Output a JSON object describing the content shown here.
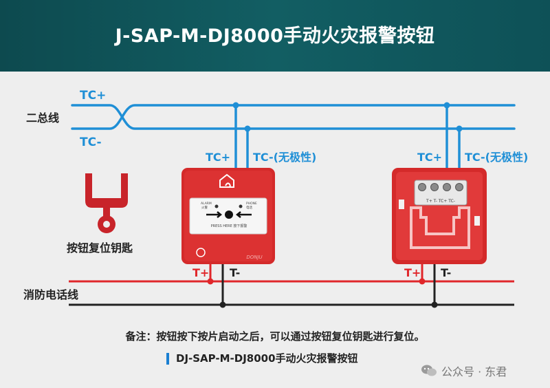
{
  "header": {
    "title": "J-SAP-M-DJ8000手动火灾报警按钮"
  },
  "bus": {
    "label": "二总线",
    "tc_plus": "TC+",
    "tc_minus": "TC-"
  },
  "phone_line": {
    "label": "消防电话线"
  },
  "key": {
    "label": "按钮复位钥匙"
  },
  "device1": {
    "tc_plus": "TC+",
    "tc_minus": "TC-(无极性)",
    "t_plus": "T+",
    "t_minus": "T-",
    "alarm_text": "ALARM",
    "alarm_cn": "火警",
    "phone_text": "PHONE",
    "phone_cn": "电话",
    "press_text": "PRESS HERE 按下报警",
    "brand": "DONJU"
  },
  "device2": {
    "tc_plus": "TC+",
    "tc_minus": "TC-(无极性)",
    "t_plus": "T+",
    "t_minus": "T-",
    "terminal_labels": "T+  T-  TC+  TC-"
  },
  "note": "备注：按钮按下按片启动之后，可以通过按钮复位钥匙进行复位。",
  "subtitle": "DJ-SAP-M-DJ8000手动火灾报警按钮",
  "watermark": "公众号 · 东君",
  "colors": {
    "header_bg": "#0f5257",
    "bus_wire": "#1f8fd6",
    "phone_red": "#e0262a",
    "phone_black": "#222222",
    "device_red": "#d42a2a",
    "accent_bar": "#1a7fd1"
  }
}
